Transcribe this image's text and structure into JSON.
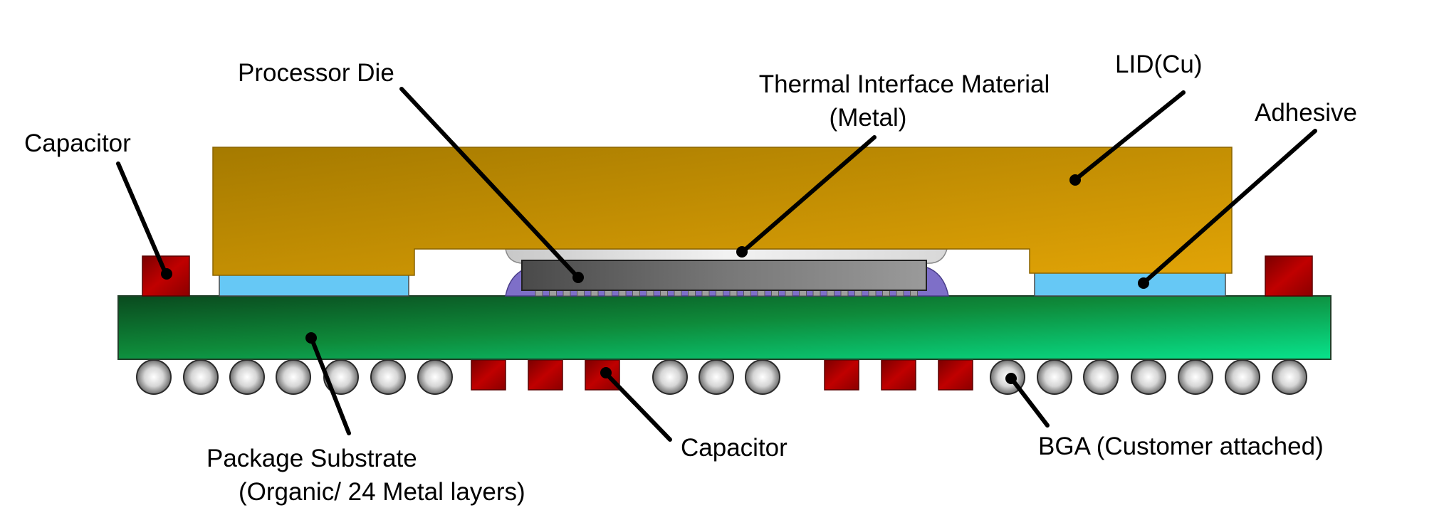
{
  "labels": {
    "capacitor_top": "Capacitor",
    "processor_die": "Processor Die",
    "tim_line1": "Thermal Interface Material",
    "tim_line2": "(Metal)",
    "lid": "LID(Cu)",
    "adhesive": "Adhesive",
    "substrate_line1": "Package Substrate",
    "substrate_line2": "(Organic/ 24 Metal layers)",
    "capacitor_bottom": "Capacitor",
    "bga": "BGA (Customer attached)"
  },
  "colors": {
    "lid": "#C8960A",
    "lid_dark": "#A87A02",
    "adhesive": "#66C8F5",
    "substrate_left": "#0A5A23",
    "substrate_right": "#0ADA85",
    "capacitor": "#B00000",
    "die": "#6E6E6E",
    "underfill": "#7E6FC8",
    "tim": "#E6E6E6",
    "solder_ball": "#BDBDBD"
  }
}
